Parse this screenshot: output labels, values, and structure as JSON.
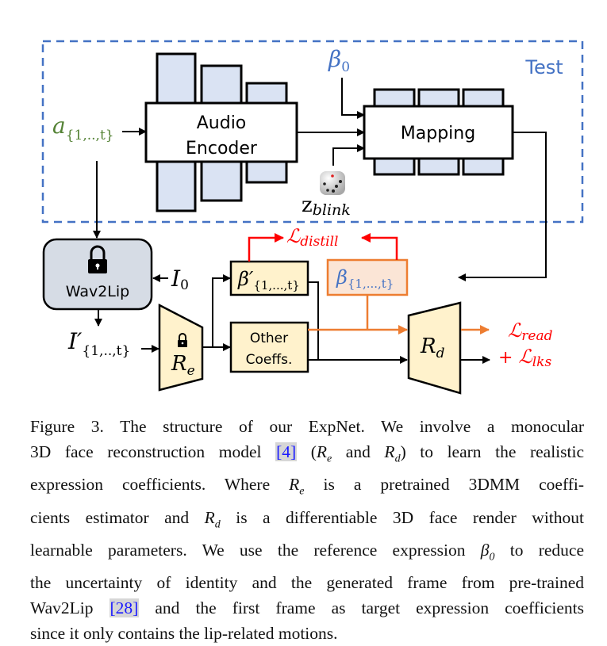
{
  "diagram": {
    "test_region_label": "Test",
    "inputs": {
      "audio": {
        "base": "a",
        "sub": "{1,..,t}"
      },
      "beta0": {
        "base": "β",
        "sub": "0"
      },
      "z_blink": {
        "base": "z",
        "sub": "blink"
      },
      "i0": {
        "base": "I",
        "sub": "0"
      },
      "i_prime": {
        "base": "I′",
        "sub": "{1,..,t}"
      }
    },
    "blocks": {
      "audio_encoder": {
        "line1": "Audio",
        "line2": "Encoder"
      },
      "mapping": {
        "label": "Mapping"
      },
      "wav2lip": {
        "label": "Wav2Lip"
      },
      "re": {
        "base": "R",
        "sub": "e"
      },
      "rd": {
        "base": "R",
        "sub": "d"
      },
      "beta_prime": {
        "base": "β′",
        "sub": "{1,...,t}"
      },
      "beta": {
        "base": "β",
        "sub": "{1,...,t}"
      },
      "other_coeffs": {
        "line1": "Other",
        "line2": "Coeffs."
      }
    },
    "losses": {
      "distill": {
        "base": "ℒ",
        "sub": "distill"
      },
      "read": {
        "base": "ℒ",
        "sub": "read"
      },
      "lks": {
        "prefix": "+ ",
        "base": "ℒ",
        "sub": "lks"
      }
    },
    "colors": {
      "test_border": "#4472c4",
      "audio_text": "#548235",
      "beta_text": "#4472c4",
      "loss_red": "#ff0000",
      "orange": "#ed7d31",
      "block_blue": "#dae3f3",
      "block_yellow": "#fff2cc",
      "block_peach": "#fbe5d6",
      "wav2lip_fill": "#d6dce5"
    }
  },
  "caption": {
    "lines": [
      [
        "Figure 3. The structure of our ExpNet. We involve a monocular"
      ],
      [
        "3D face reconstruction model ",
        {
          "cite": "[4]"
        },
        " (",
        {
          "math": "R",
          "sub": "e"
        },
        " and ",
        {
          "math": "R",
          "sub": "d"
        },
        ") to learn the realistic"
      ],
      [
        "expression coefficients. Where ",
        {
          "math": "R",
          "sub": "e"
        },
        " is a pretrained 3DMM coeffi-"
      ],
      [
        "cients estimator and ",
        {
          "math": "R",
          "sub": "d"
        },
        " is a differentiable 3D face render without"
      ],
      [
        "learnable parameters. We use the reference expression ",
        {
          "math": "β",
          "sub": "0"
        },
        " to reduce"
      ],
      [
        "the uncertainty of identity and the generated frame from pre-trained"
      ],
      [
        "Wav2Lip ",
        {
          "cite": "[28]"
        },
        " and the first frame as target expression coefficients"
      ],
      [
        "since it only contains the lip-related motions."
      ]
    ]
  }
}
